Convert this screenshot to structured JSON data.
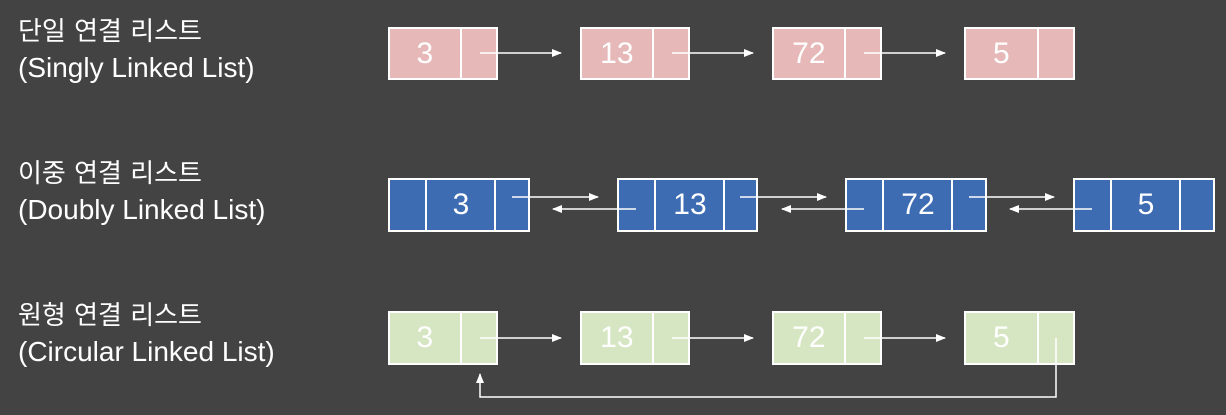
{
  "colors": {
    "background": "#434343",
    "singly": "#e6b8b8",
    "doubly": "#3d6cb3",
    "circular": "#d6e6c2",
    "border": "#ffffff"
  },
  "singly": {
    "title_ko": "단일 연결 리스트",
    "title_en": "(Singly Linked List)",
    "nodes": [
      "3",
      "13",
      "72",
      "5"
    ]
  },
  "doubly": {
    "title_ko": "이중 연결 리스트",
    "title_en": "(Doubly Linked List)",
    "nodes": [
      "3",
      "13",
      "72",
      "5"
    ]
  },
  "circular": {
    "title_ko": "원형 연결 리스트",
    "title_en": "(Circular Linked List)",
    "nodes": [
      "3",
      "13",
      "72",
      "5"
    ]
  }
}
